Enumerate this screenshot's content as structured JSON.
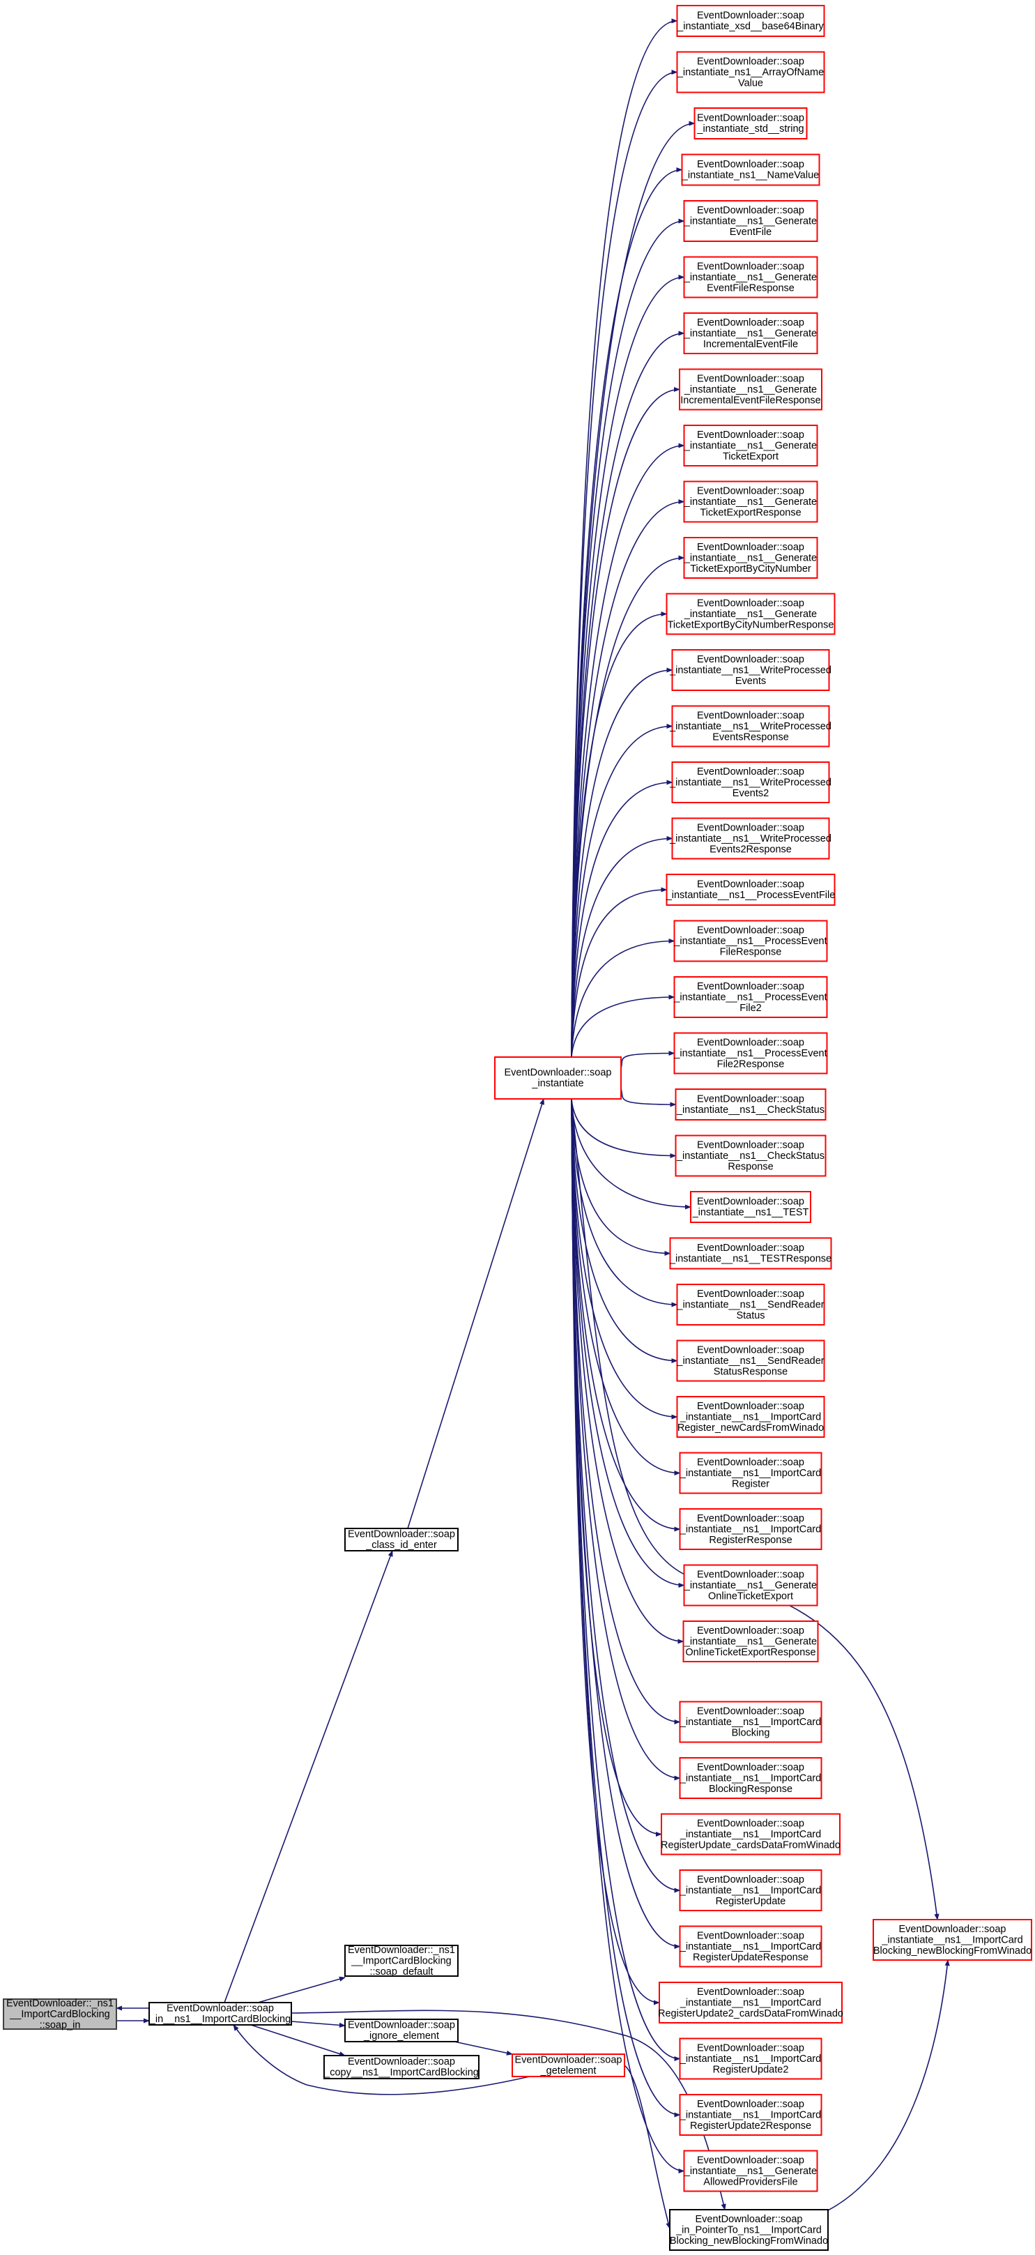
{
  "colors": {
    "edge": "#191970",
    "red_border": "#ff0000",
    "black_border": "#000000",
    "root_fill": "#bfbfbf",
    "box_fill": "#ffffff"
  },
  "nodes": [
    {
      "id": "root",
      "kind": "root",
      "lines": [
        "EventDownloader::_ns1",
        "__ImportCardBlocking",
        "::soap_in"
      ]
    },
    {
      "id": "soap_in",
      "kind": "black",
      "lines": [
        "EventDownloader::soap",
        "_in__ns1__ImportCardBlocking"
      ]
    },
    {
      "id": "class_id_enter",
      "kind": "black",
      "lines": [
        "EventDownloader::soap",
        "_class_id_enter"
      ]
    },
    {
      "id": "soap_default",
      "kind": "black",
      "lines": [
        "EventDownloader::_ns1",
        "__ImportCardBlocking",
        "::soap_default"
      ]
    },
    {
      "id": "ignore_element",
      "kind": "black",
      "lines": [
        "EventDownloader::soap",
        "_ignore_element"
      ]
    },
    {
      "id": "copy",
      "kind": "black",
      "lines": [
        "EventDownloader::soap",
        "_copy__ns1__ImportCardBlocking"
      ]
    },
    {
      "id": "getelement",
      "kind": "red",
      "lines": [
        "EventDownloader::soap",
        "_getelement"
      ]
    },
    {
      "id": "pointer_to",
      "kind": "black",
      "lines": [
        "EventDownloader::soap",
        "_in_PointerTo_ns1__ImportCard",
        "Blocking_newBlockingFromWinado"
      ]
    },
    {
      "id": "instantiate",
      "kind": "red",
      "lines": [
        "EventDownloader::soap",
        "_instantiate"
      ]
    },
    {
      "id": "inst_newblocking",
      "kind": "red",
      "lines": [
        "EventDownloader::soap",
        "_instantiate__ns1__ImportCard",
        "Blocking_newBlockingFromWinado"
      ]
    },
    {
      "id": "r1",
      "kind": "red",
      "lines": [
        "EventDownloader::soap",
        "_instantiate_xsd__base64Binary"
      ]
    },
    {
      "id": "r2",
      "kind": "red",
      "lines": [
        "EventDownloader::soap",
        "_instantiate_ns1__ArrayOfName",
        "Value"
      ]
    },
    {
      "id": "r3",
      "kind": "red",
      "lines": [
        "EventDownloader::soap",
        "_instantiate_std__string"
      ]
    },
    {
      "id": "r4",
      "kind": "red",
      "lines": [
        "EventDownloader::soap",
        "_instantiate_ns1__NameValue"
      ]
    },
    {
      "id": "r5",
      "kind": "red",
      "lines": [
        "EventDownloader::soap",
        "_instantiate__ns1__Generate",
        "EventFile"
      ]
    },
    {
      "id": "r6",
      "kind": "red",
      "lines": [
        "EventDownloader::soap",
        "_instantiate__ns1__Generate",
        "EventFileResponse"
      ]
    },
    {
      "id": "r7",
      "kind": "red",
      "lines": [
        "EventDownloader::soap",
        "_instantiate__ns1__Generate",
        "IncrementalEventFile"
      ]
    },
    {
      "id": "r8",
      "kind": "red",
      "lines": [
        "EventDownloader::soap",
        "_instantiate__ns1__Generate",
        "IncrementalEventFileResponse"
      ]
    },
    {
      "id": "r9",
      "kind": "red",
      "lines": [
        "EventDownloader::soap",
        "_instantiate__ns1__Generate",
        "TicketExport"
      ]
    },
    {
      "id": "r10",
      "kind": "red",
      "lines": [
        "EventDownloader::soap",
        "_instantiate__ns1__Generate",
        "TicketExportResponse"
      ]
    },
    {
      "id": "r11",
      "kind": "red",
      "lines": [
        "EventDownloader::soap",
        "_instantiate__ns1__Generate",
        "TicketExportByCityNumber"
      ]
    },
    {
      "id": "r12",
      "kind": "red",
      "lines": [
        "EventDownloader::soap",
        "_instantiate__ns1__Generate",
        "TicketExportByCityNumberResponse"
      ]
    },
    {
      "id": "r13",
      "kind": "red",
      "lines": [
        "EventDownloader::soap",
        "_instantiate__ns1__WriteProcessed",
        "Events"
      ]
    },
    {
      "id": "r14",
      "kind": "red",
      "lines": [
        "EventDownloader::soap",
        "_instantiate__ns1__WriteProcessed",
        "EventsResponse"
      ]
    },
    {
      "id": "r15",
      "kind": "red",
      "lines": [
        "EventDownloader::soap",
        "_instantiate__ns1__WriteProcessed",
        "Events2"
      ]
    },
    {
      "id": "r16",
      "kind": "red",
      "lines": [
        "EventDownloader::soap",
        "_instantiate__ns1__WriteProcessed",
        "Events2Response"
      ]
    },
    {
      "id": "r17",
      "kind": "red",
      "lines": [
        "EventDownloader::soap",
        "_instantiate__ns1__ProcessEventFile"
      ]
    },
    {
      "id": "r18",
      "kind": "red",
      "lines": [
        "EventDownloader::soap",
        "_instantiate__ns1__ProcessEvent",
        "FileResponse"
      ]
    },
    {
      "id": "r19",
      "kind": "red",
      "lines": [
        "EventDownloader::soap",
        "_instantiate__ns1__ProcessEvent",
        "File2"
      ]
    },
    {
      "id": "r20",
      "kind": "red",
      "lines": [
        "EventDownloader::soap",
        "_instantiate__ns1__ProcessEvent",
        "File2Response"
      ]
    },
    {
      "id": "r21",
      "kind": "red",
      "lines": [
        "EventDownloader::soap",
        "_instantiate__ns1__CheckStatus"
      ]
    },
    {
      "id": "r22",
      "kind": "red",
      "lines": [
        "EventDownloader::soap",
        "_instantiate__ns1__CheckStatus",
        "Response"
      ]
    },
    {
      "id": "r23",
      "kind": "red",
      "lines": [
        "EventDownloader::soap",
        "_instantiate__ns1__TEST"
      ]
    },
    {
      "id": "r24",
      "kind": "red",
      "lines": [
        "EventDownloader::soap",
        "_instantiate__ns1__TESTResponse"
      ]
    },
    {
      "id": "r25",
      "kind": "red",
      "lines": [
        "EventDownloader::soap",
        "_instantiate__ns1__SendReader",
        "Status"
      ]
    },
    {
      "id": "r26",
      "kind": "red",
      "lines": [
        "EventDownloader::soap",
        "_instantiate__ns1__SendReader",
        "StatusResponse"
      ]
    },
    {
      "id": "r27",
      "kind": "red",
      "lines": [
        "EventDownloader::soap",
        "_instantiate__ns1__ImportCard",
        "Register_newCardsFromWinado"
      ]
    },
    {
      "id": "r28",
      "kind": "red",
      "lines": [
        "EventDownloader::soap",
        "_instantiate__ns1__ImportCard",
        "Register"
      ]
    },
    {
      "id": "r29",
      "kind": "red",
      "lines": [
        "EventDownloader::soap",
        "_instantiate__ns1__ImportCard",
        "RegisterResponse"
      ]
    },
    {
      "id": "r30",
      "kind": "red",
      "lines": [
        "EventDownloader::soap",
        "_instantiate__ns1__Generate",
        "OnlineTicketExport"
      ]
    },
    {
      "id": "r31",
      "kind": "red",
      "lines": [
        "EventDownloader::soap",
        "_instantiate__ns1__Generate",
        "OnlineTicketExportResponse"
      ]
    },
    {
      "id": "r32",
      "kind": "red",
      "lines": [
        "EventDownloader::soap",
        "_instantiate__ns1__ImportCard",
        "Blocking"
      ]
    },
    {
      "id": "r33",
      "kind": "red",
      "lines": [
        "EventDownloader::soap",
        "_instantiate__ns1__ImportCard",
        "BlockingResponse"
      ]
    },
    {
      "id": "r34",
      "kind": "red",
      "lines": [
        "EventDownloader::soap",
        "_instantiate__ns1__ImportCard",
        "RegisterUpdate_cardsDataFromWinado"
      ]
    },
    {
      "id": "r35",
      "kind": "red",
      "lines": [
        "EventDownloader::soap",
        "_instantiate__ns1__ImportCard",
        "RegisterUpdate"
      ]
    },
    {
      "id": "r36",
      "kind": "red",
      "lines": [
        "EventDownloader::soap",
        "_instantiate__ns1__ImportCard",
        "RegisterUpdateResponse"
      ]
    },
    {
      "id": "r37",
      "kind": "red",
      "lines": [
        "EventDownloader::soap",
        "_instantiate__ns1__ImportCard",
        "RegisterUpdate2_cardsDataFromWinado"
      ]
    },
    {
      "id": "r38",
      "kind": "red",
      "lines": [
        "EventDownloader::soap",
        "_instantiate__ns1__ImportCard",
        "RegisterUpdate2"
      ]
    },
    {
      "id": "r39",
      "kind": "red",
      "lines": [
        "EventDownloader::soap",
        "_instantiate__ns1__ImportCard",
        "RegisterUpdate2Response"
      ]
    },
    {
      "id": "r40",
      "kind": "red",
      "lines": [
        "EventDownloader::soap",
        "_instantiate__ns1__Generate",
        "AllowedProvidersFile"
      ]
    }
  ],
  "edges": [
    {
      "from": "root",
      "to": "soap_in"
    },
    {
      "from": "soap_in",
      "to": "root"
    },
    {
      "from": "soap_in",
      "to": "class_id_enter"
    },
    {
      "from": "class_id_enter",
      "to": "instantiate"
    },
    {
      "from": "soap_in",
      "to": "soap_default"
    },
    {
      "from": "soap_in",
      "to": "ignore_element"
    },
    {
      "from": "soap_in",
      "to": "copy"
    },
    {
      "from": "soap_in",
      "to": "pointer_to"
    },
    {
      "from": "ignore_element",
      "to": "getelement"
    },
    {
      "from": "getelement",
      "to": "soap_in"
    },
    {
      "from": "getelement",
      "to": "pointer_to"
    },
    {
      "from": "pointer_to",
      "to": "inst_newblocking"
    },
    {
      "from": "instantiate",
      "to": "inst_newblocking"
    },
    {
      "from": "instantiate",
      "to": "r1"
    },
    {
      "from": "instantiate",
      "to": "r2"
    },
    {
      "from": "instantiate",
      "to": "r3"
    },
    {
      "from": "instantiate",
      "to": "r4"
    },
    {
      "from": "instantiate",
      "to": "r5"
    },
    {
      "from": "instantiate",
      "to": "r6"
    },
    {
      "from": "instantiate",
      "to": "r7"
    },
    {
      "from": "instantiate",
      "to": "r8"
    },
    {
      "from": "instantiate",
      "to": "r9"
    },
    {
      "from": "instantiate",
      "to": "r10"
    },
    {
      "from": "instantiate",
      "to": "r11"
    },
    {
      "from": "instantiate",
      "to": "r12"
    },
    {
      "from": "instantiate",
      "to": "r13"
    },
    {
      "from": "instantiate",
      "to": "r14"
    },
    {
      "from": "instantiate",
      "to": "r15"
    },
    {
      "from": "instantiate",
      "to": "r16"
    },
    {
      "from": "instantiate",
      "to": "r17"
    },
    {
      "from": "instantiate",
      "to": "r18"
    },
    {
      "from": "instantiate",
      "to": "r19"
    },
    {
      "from": "instantiate",
      "to": "r20"
    },
    {
      "from": "instantiate",
      "to": "r21"
    },
    {
      "from": "instantiate",
      "to": "r22"
    },
    {
      "from": "instantiate",
      "to": "r23"
    },
    {
      "from": "instantiate",
      "to": "r24"
    },
    {
      "from": "instantiate",
      "to": "r25"
    },
    {
      "from": "instantiate",
      "to": "r26"
    },
    {
      "from": "instantiate",
      "to": "r27"
    },
    {
      "from": "instantiate",
      "to": "r28"
    },
    {
      "from": "instantiate",
      "to": "r29"
    },
    {
      "from": "instantiate",
      "to": "r30"
    },
    {
      "from": "instantiate",
      "to": "r31"
    },
    {
      "from": "instantiate",
      "to": "r32"
    },
    {
      "from": "instantiate",
      "to": "r33"
    },
    {
      "from": "instantiate",
      "to": "r34"
    },
    {
      "from": "instantiate",
      "to": "r35"
    },
    {
      "from": "instantiate",
      "to": "r36"
    },
    {
      "from": "instantiate",
      "to": "r37"
    },
    {
      "from": "instantiate",
      "to": "r38"
    },
    {
      "from": "instantiate",
      "to": "r39"
    },
    {
      "from": "instantiate",
      "to": "r40"
    }
  ]
}
